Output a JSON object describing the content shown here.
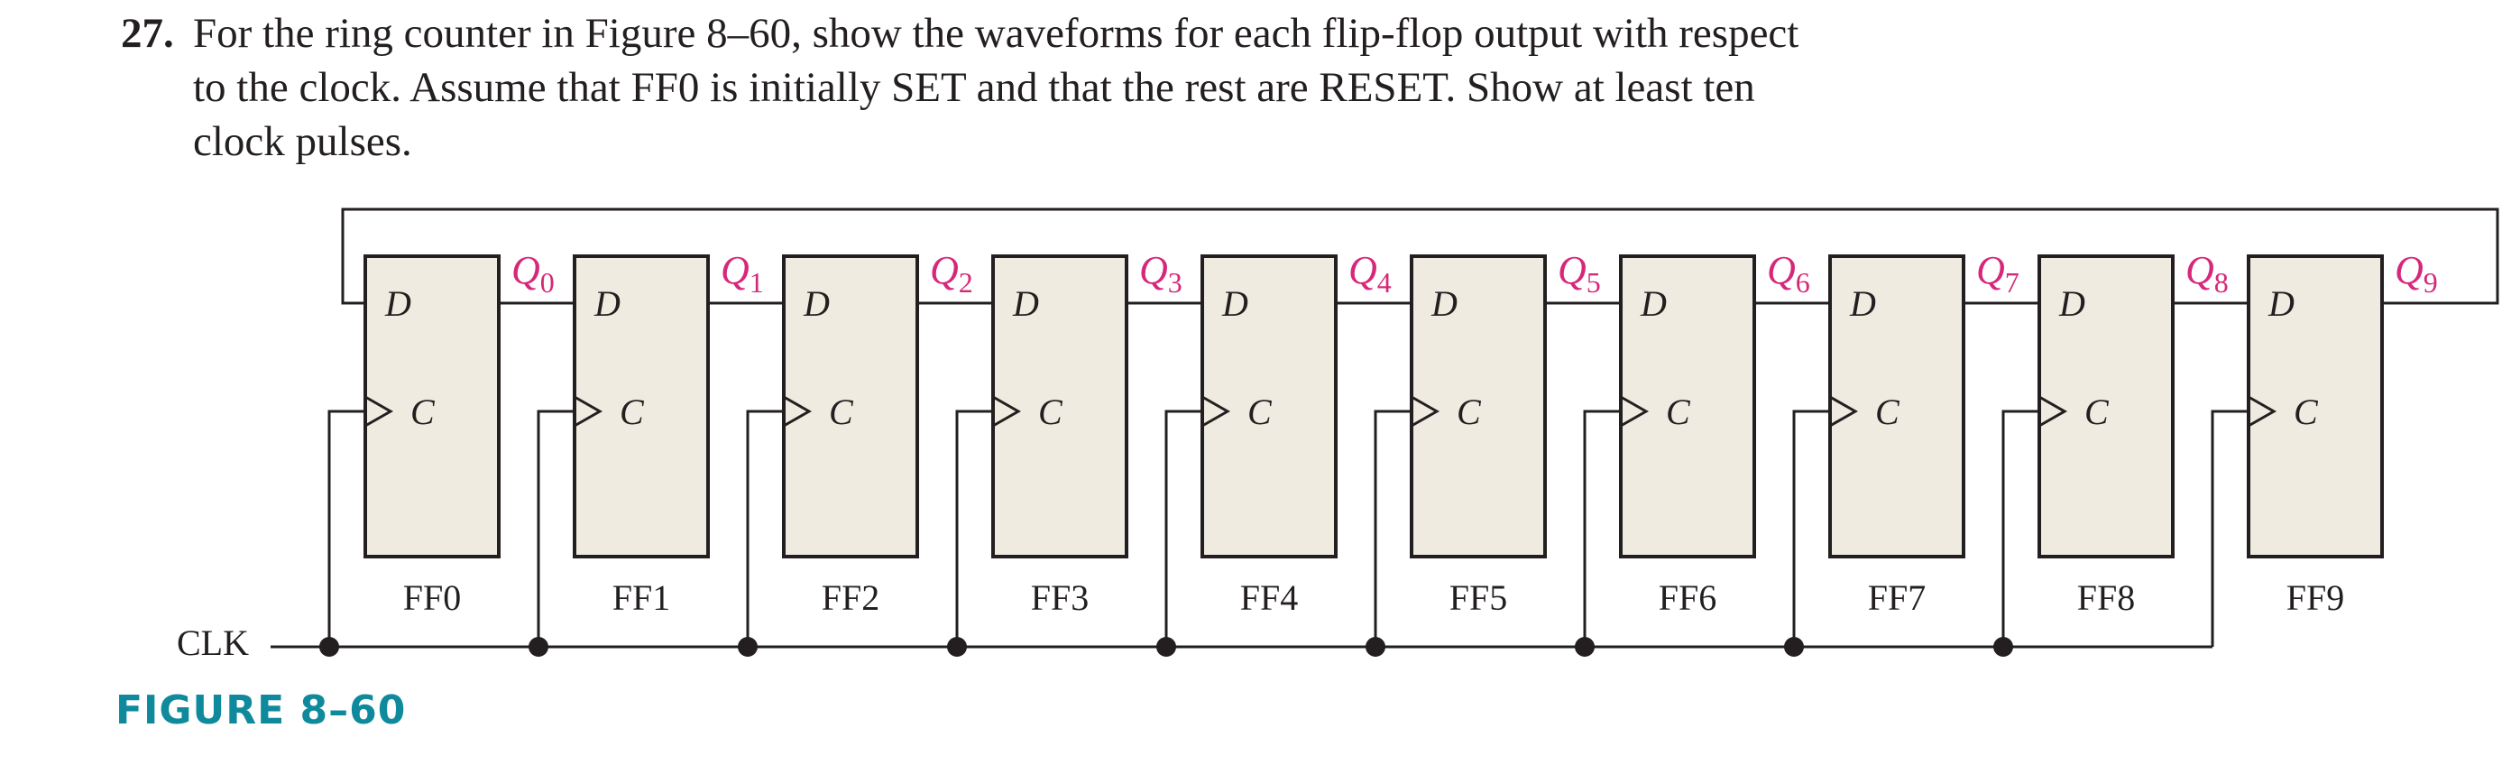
{
  "problem": {
    "number": "27.",
    "lines": [
      "For the ring counter in Figure 8–60, show the waveforms for each flip-flop output with respect",
      "to the clock. Assume that FF0 is initially SET and that the rest are RESET. Show at least ten",
      "clock pulses."
    ]
  },
  "diagram": {
    "clock_label": "CLK",
    "input_d_label": "D",
    "input_c_label": "C",
    "flip_flops": [
      {
        "name": "FF0",
        "output": "Q",
        "sub": "0"
      },
      {
        "name": "FF1",
        "output": "Q",
        "sub": "1"
      },
      {
        "name": "FF2",
        "output": "Q",
        "sub": "2"
      },
      {
        "name": "FF3",
        "output": "Q",
        "sub": "3"
      },
      {
        "name": "FF4",
        "output": "Q",
        "sub": "4"
      },
      {
        "name": "FF5",
        "output": "Q",
        "sub": "5"
      },
      {
        "name": "FF6",
        "output": "Q",
        "sub": "6"
      },
      {
        "name": "FF7",
        "output": "Q",
        "sub": "7"
      },
      {
        "name": "FF8",
        "output": "Q",
        "sub": "8"
      },
      {
        "name": "FF9",
        "output": "Q",
        "sub": "9"
      }
    ],
    "colors": {
      "box_fill": "#efebe0",
      "line": "#231f20",
      "output_label": "#d6287a",
      "caption": "#0f8a9d"
    }
  },
  "figure_caption": "FIGURE 8–60"
}
